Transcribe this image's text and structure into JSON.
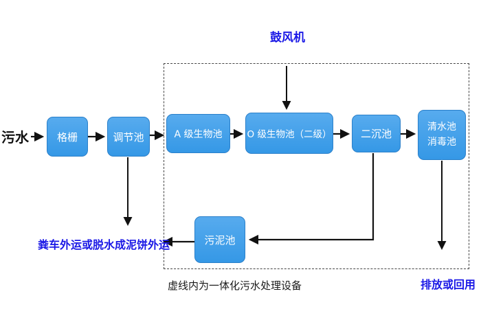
{
  "flow": {
    "source_label": "污水",
    "blower_label": "鼓风机",
    "boxes": {
      "grid": "格栅",
      "regulating": "调节池",
      "a_bio": "A 级生物池",
      "o_bio": "O 级生物池（二级）",
      "secondary_sedimentation": "二沉池",
      "clear_water": "清水池",
      "disinfection": "消毒池",
      "sludge": "污泥池"
    },
    "annotations": {
      "sludge_disposal": "粪车外运或脱水成泥饼外运",
      "dashed_box_caption": "虚线内为一体化污水处理设备",
      "discharge": "排放或回用"
    },
    "colors": {
      "box_fill": "#3da0ea",
      "box_border": "#2a7fc9",
      "box_text": "#ffffff",
      "annotation_blue": "#1a18e6",
      "text_black": "#1a1a1a",
      "arrow": "#111111",
      "background": "#ffffff"
    }
  }
}
